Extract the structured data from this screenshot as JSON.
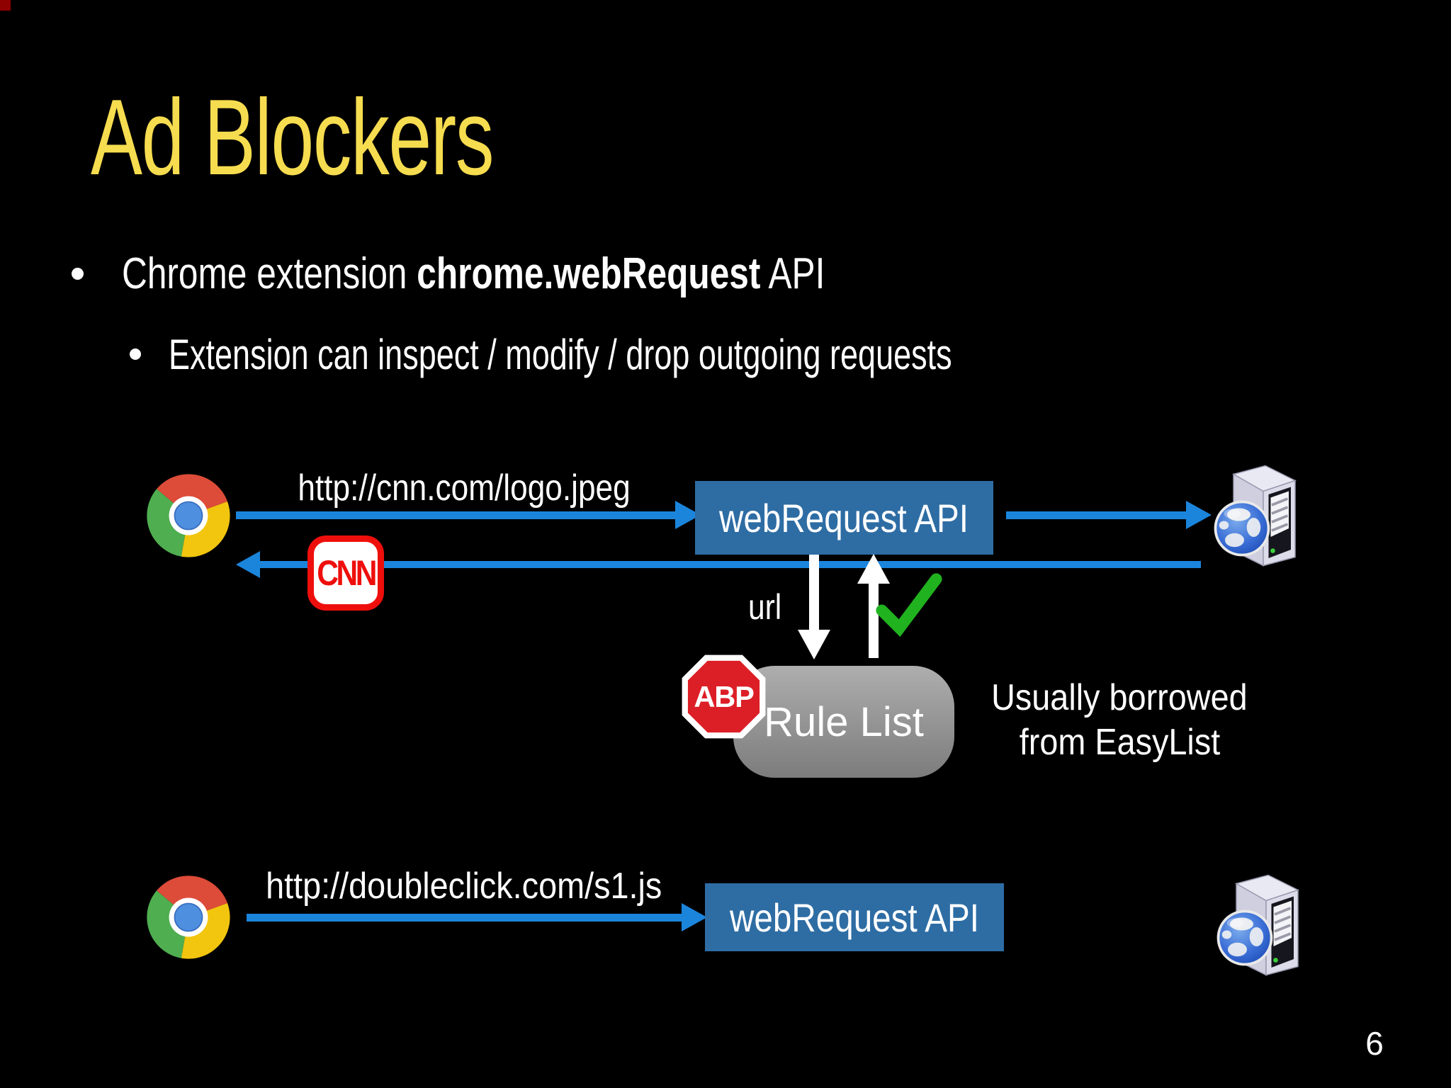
{
  "header": {
    "title": "Ad Blockers"
  },
  "bullets": {
    "b1_prefix": "Chrome extension ",
    "b1_bold": "chrome.webRequest",
    "b1_suffix": " API",
    "b2": "Extension can inspect / modify / drop outgoing requests"
  },
  "flow1": {
    "request_url": "http://cnn.com/logo.jpeg",
    "api_box_label": "webRequest API",
    "url_param_label": "url",
    "cnn_logo_text": "CNN",
    "abp_logo_text": "ABP",
    "rule_list_label": "Rule List",
    "note_line1": "Usually borrowed",
    "note_line2": "from EasyList"
  },
  "flow2": {
    "request_url": "http://doubleclick.com/s1.js",
    "api_box_label": "webRequest API"
  },
  "footer": {
    "page_number": "6"
  },
  "colors": {
    "background": "#000000",
    "title_yellow": "#f6dc4f",
    "arrow_blue": "#1b85dc",
    "api_box_blue": "#2e6da4",
    "rule_list_gray": "#9c9c9c",
    "check_green": "#21b21f",
    "abp_red": "#dc1f26",
    "cnn_red": "#ee0f0c",
    "marker_red": "#8f0000",
    "text_white": "#ffffff"
  }
}
